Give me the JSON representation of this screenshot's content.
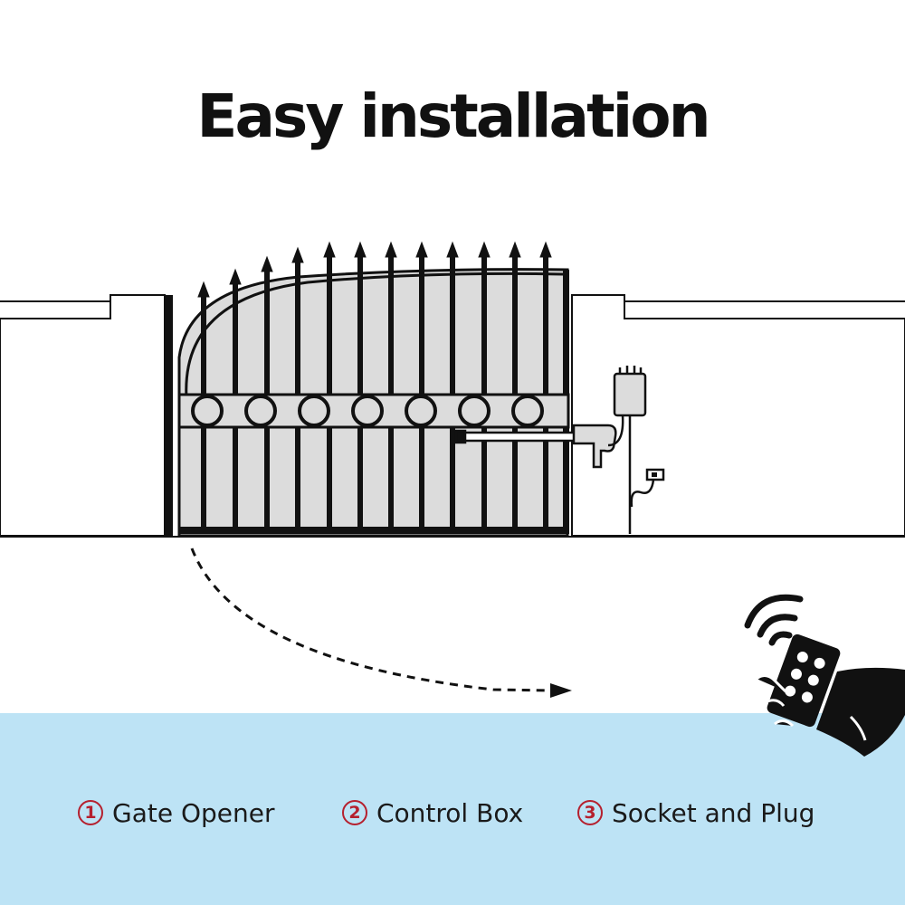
{
  "title": "Easy installation",
  "legend": [
    {
      "number": "1",
      "label": "Gate Opener"
    },
    {
      "number": "2",
      "label": "Control Box"
    },
    {
      "number": "3",
      "label": "Socket and Plug"
    }
  ],
  "colors": {
    "footer": "#bde3f5",
    "marker": "#b5202e",
    "gate_fill": "#dcdcdc",
    "line": "#111111"
  },
  "icons": [
    "gate-illustration",
    "control-box-icon",
    "gate-opener-arm-icon",
    "socket-plug-icon",
    "remote-control-hand-icon",
    "wifi-signal-icon",
    "dashed-arrow-icon"
  ]
}
